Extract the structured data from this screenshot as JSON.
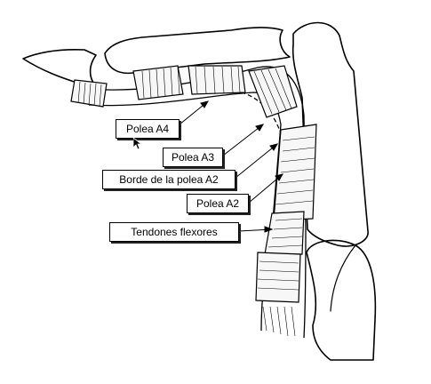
{
  "labels": {
    "a4": "Polea A4",
    "a3": "Polea A3",
    "borde_a2": "Borde de la polea A2",
    "a2": "Polea A2",
    "tendones": "Tendones flexores"
  },
  "colors": {
    "ink": "#000000",
    "paper": "#ffffff"
  },
  "icons": {
    "pointer": "mouse-pointer-icon"
  }
}
